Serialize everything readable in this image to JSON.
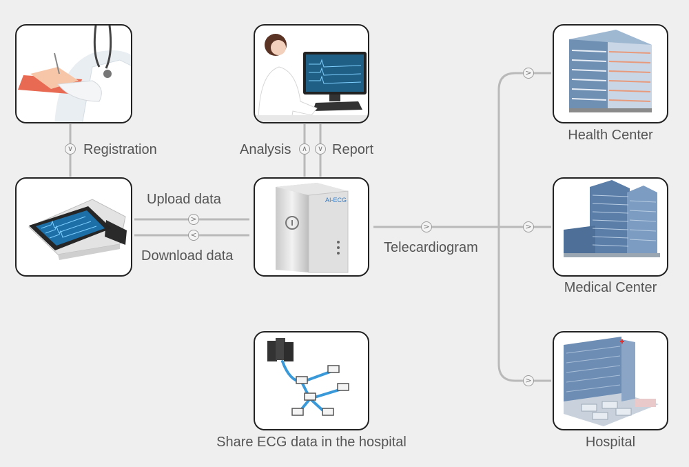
{
  "nodes": {
    "doctor": {
      "label": ""
    },
    "ecg_device": {
      "label": ""
    },
    "workstation": {
      "label": ""
    },
    "server": {
      "label": "",
      "brand": "AI-ECG"
    },
    "network": {
      "label": "Share ECG data in the hospital"
    },
    "health_center": {
      "label": "Health Center"
    },
    "medical_center": {
      "label": "Medical Center"
    },
    "hospital": {
      "label": "Hospital"
    }
  },
  "edges": {
    "registration": {
      "label": "Registration",
      "arrow": "down"
    },
    "analysis": {
      "label": "Analysis",
      "arrow": "up"
    },
    "report": {
      "label": "Report",
      "arrow": "down"
    },
    "upload": {
      "label": "Upload data",
      "arrow": "right"
    },
    "download": {
      "label": "Download data",
      "arrow": "left"
    },
    "telecardiogram": {
      "label": "Telecardiogram",
      "arrow": "right"
    },
    "to_health_center": {
      "arrow": "right"
    },
    "to_medical_center": {
      "arrow": "right"
    },
    "to_hospital": {
      "arrow": "right"
    }
  },
  "icons": {
    "arrow_down": "∨",
    "arrow_up": "∧",
    "arrow_right": ">",
    "arrow_left": "<"
  },
  "colors": {
    "background": "#efefef",
    "line": "#b9b9b9",
    "card_border": "#222222",
    "label_text": "#555555",
    "screen_blue": "#1d6fa8",
    "network_blue": "#3a9ad9"
  }
}
